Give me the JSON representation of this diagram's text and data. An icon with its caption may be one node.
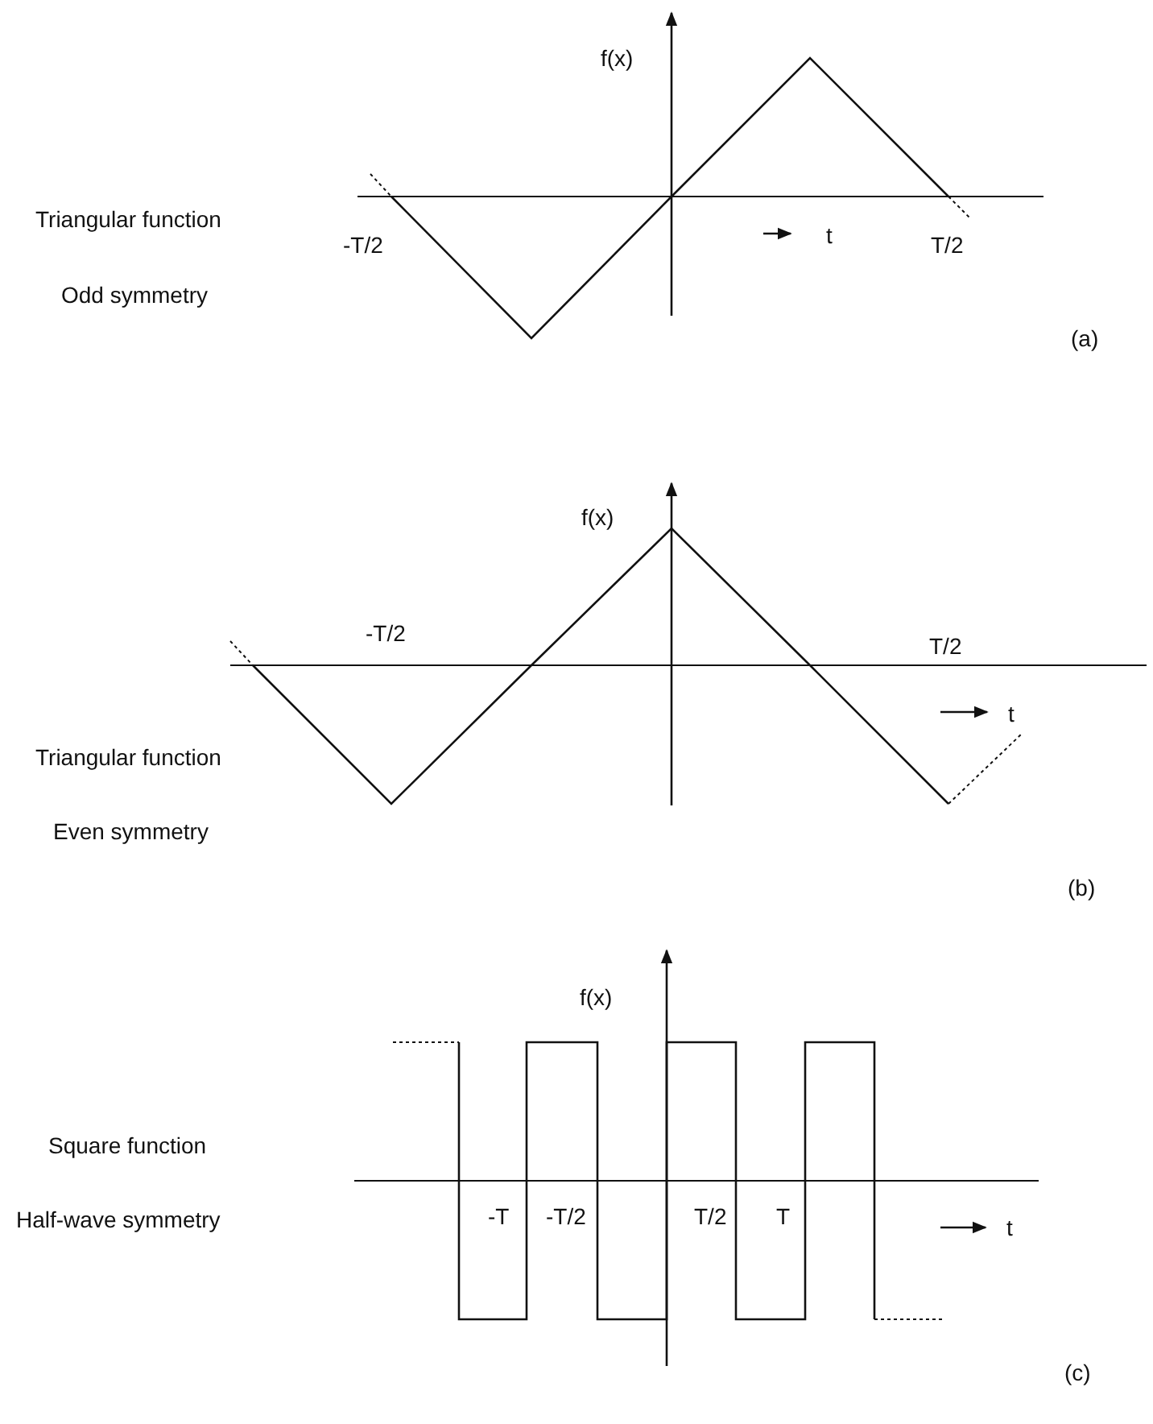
{
  "diagram": {
    "labels": [
      "f(x)",
      "Triangular function",
      "-T/2",
      "t",
      "T/2",
      "Odd symmetry",
      "(a)",
      "f(x)",
      "-T/2",
      "T/2",
      "t",
      "Triangular function",
      "Even symmetry",
      "(b)",
      "f(x)",
      "Square function",
      "Half-wave symmetry",
      "-T",
      "-T/2",
      "T/2",
      "T",
      "t",
      "(c)"
    ]
  }
}
